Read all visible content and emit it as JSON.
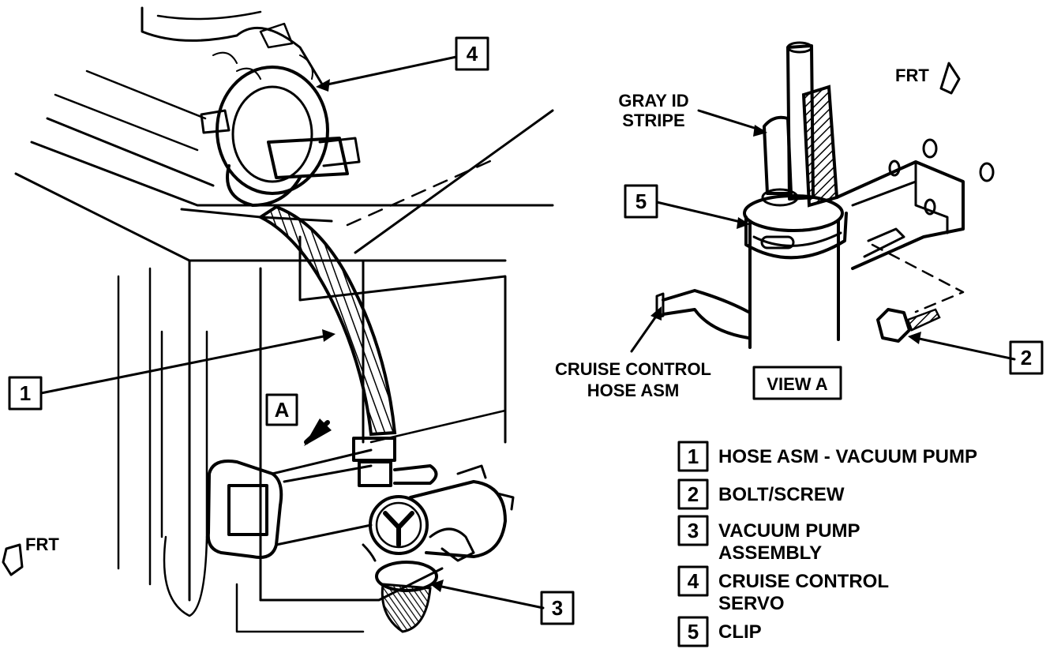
{
  "callouts": {
    "c1": "1",
    "c2": "2",
    "c3": "3",
    "c4": "4",
    "c5": "5",
    "view_marker": "A"
  },
  "labels": {
    "frt_left": "FRT",
    "frt_right": "FRT",
    "gray_id_line1": "GRAY ID",
    "gray_id_line2": "STRIPE",
    "cruise_hose_line1": "CRUISE CONTROL",
    "cruise_hose_line2": "HOSE ASM",
    "view_a": "VIEW A"
  },
  "legend": [
    {
      "num": "1",
      "line1": "HOSE ASM - VACUUM PUMP",
      "line2": ""
    },
    {
      "num": "2",
      "line1": "BOLT/SCREW",
      "line2": ""
    },
    {
      "num": "3",
      "line1": "VACUUM PUMP",
      "line2": "ASSEMBLY"
    },
    {
      "num": "4",
      "line1": "CRUISE CONTROL",
      "line2": "SERVO"
    },
    {
      "num": "5",
      "line1": "CLIP",
      "line2": ""
    }
  ]
}
